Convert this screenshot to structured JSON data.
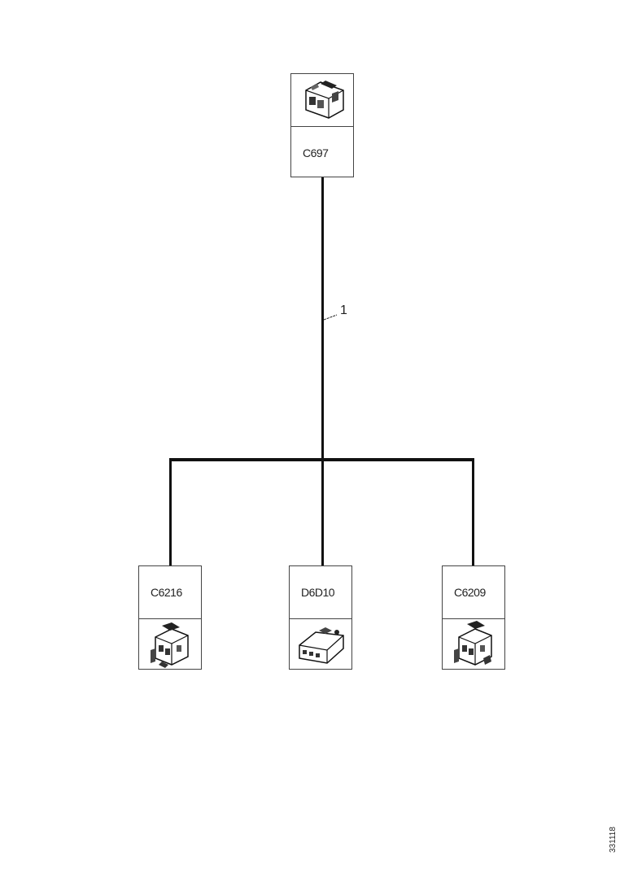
{
  "diagram": {
    "wire_label": "1",
    "document_reference": "331118",
    "connectors": [
      {
        "id": "C697",
        "icon": "connector-plug-icon"
      },
      {
        "id": "C6216",
        "icon": "connector-housing-icon"
      },
      {
        "id": "D6D10",
        "icon": "module-unit-icon"
      },
      {
        "id": "C6209",
        "icon": "connector-housing-icon"
      }
    ]
  }
}
